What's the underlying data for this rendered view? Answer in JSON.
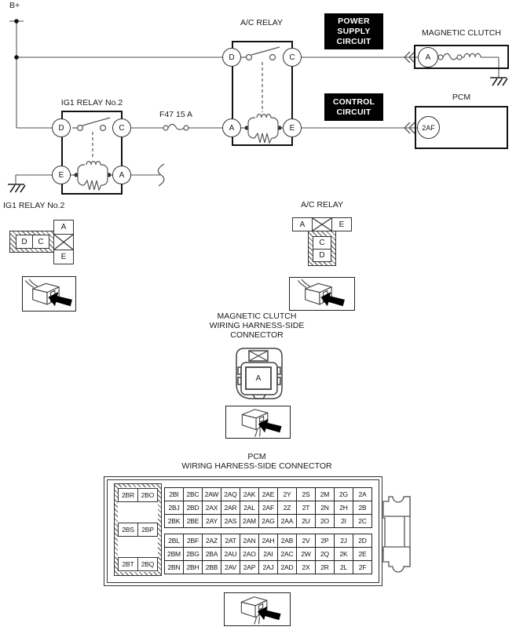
{
  "schematic": {
    "battery": "B+",
    "fuse": "F47 15 A",
    "power_supply_lines": [
      "POWER",
      "SUPPLY",
      "CIRCUIT"
    ],
    "control_lines": [
      "CONTROL",
      "CIRCUIT"
    ],
    "ig1_relay": {
      "label": "IG1 RELAY No.2",
      "pin_d": "D",
      "pin_c": "C",
      "pin_e": "E",
      "pin_a": "A"
    },
    "ac_relay": {
      "label": "A/C RELAY",
      "pin_d": "D",
      "pin_c": "C",
      "pin_a": "A",
      "pin_e": "E"
    },
    "magnetic_clutch": {
      "label": "MAGNETIC CLUTCH",
      "pin": "A"
    },
    "pcm": {
      "label": "PCM",
      "pin": "2AF"
    }
  },
  "connector_views": {
    "ig1": {
      "title": "IG1 RELAY No.2",
      "cell_d": "D",
      "cell_c": "C",
      "cell_a": "A",
      "cell_e": "E"
    },
    "ac": {
      "title": "A/C RELAY",
      "cell_a": "A",
      "cell_e": "E",
      "cell_c": "C",
      "cell_d": "D"
    },
    "magnetic_clutch": {
      "title_lines": [
        "MAGNETIC CLUTCH",
        "WIRING HARNESS-SIDE",
        "CONNECTOR"
      ],
      "pin": "A"
    },
    "pcm": {
      "title_lines": [
        "PCM",
        "WIRING HARNESS-SIDE CONNECTOR"
      ],
      "side_pairs": [
        [
          "2BR",
          "2BO"
        ],
        [
          "2BS",
          "2BP"
        ],
        [
          "2BT",
          "2BQ"
        ]
      ],
      "grid_top": [
        [
          "2BI",
          "2BC",
          "2AW",
          "2AQ",
          "2AK",
          "2AE",
          "2Y",
          "2S",
          "2M",
          "2G",
          "2A"
        ],
        [
          "2BJ",
          "2BD",
          "2AX",
          "2AR",
          "2AL",
          "2AF",
          "2Z",
          "2T",
          "2N",
          "2H",
          "2B"
        ],
        [
          "2BK",
          "2BE",
          "2AY",
          "2AS",
          "2AM",
          "2AG",
          "2AA",
          "2U",
          "2O",
          "2I",
          "2C"
        ]
      ],
      "grid_bottom": [
        [
          "2BL",
          "2BF",
          "2AZ",
          "2AT",
          "2AN",
          "2AH",
          "2AB",
          "2V",
          "2P",
          "2J",
          "2D"
        ],
        [
          "2BM",
          "2BG",
          "2BA",
          "2AU",
          "2AO",
          "2AI",
          "2AC",
          "2W",
          "2Q",
          "2K",
          "2E"
        ],
        [
          "2BN",
          "2BH",
          "2BB",
          "2AV",
          "2AP",
          "2AJ",
          "2AD",
          "2X",
          "2R",
          "2L",
          "2F"
        ]
      ]
    }
  }
}
